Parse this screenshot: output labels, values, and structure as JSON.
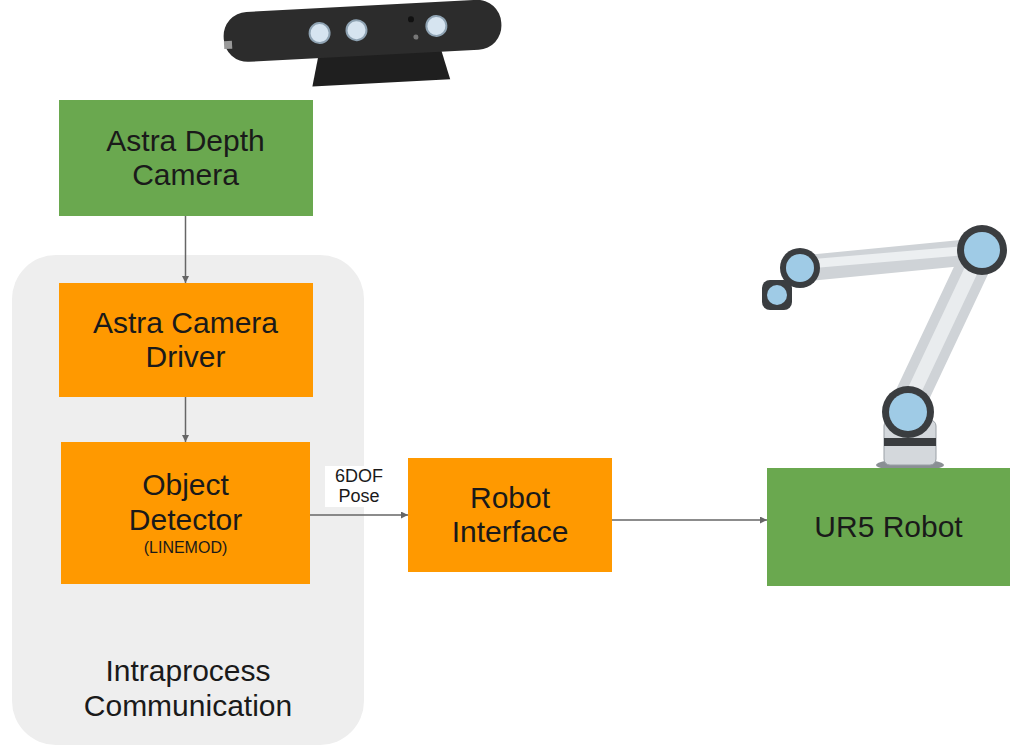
{
  "diagram": {
    "nodes": [
      {
        "text": [
          "Astra Depth Camera"
        ]
      },
      {
        "text": [
          "Intraprocess Communication"
        ]
      },
      {
        "text": [
          "Astra Camera Driver"
        ],
        "in": 1
      },
      {
        "text": [
          "Object Detector",
          "(LINEMOD)"
        ],
        "in": 1
      },
      {
        "text": [
          "Robot Interface"
        ]
      },
      {
        "text": [
          "UR5 Robot"
        ]
      }
    ],
    "edges": [
      {
        "from": 0,
        "to": 2,
        "arrow": "to"
      },
      {
        "from": 2,
        "to": 3,
        "arrow": "to"
      },
      {
        "from": 3,
        "to": 4,
        "label": "6DOF Pose",
        "arrow": "to"
      },
      {
        "from": 4,
        "to": 5,
        "arrow": "to"
      }
    ]
  }
}
